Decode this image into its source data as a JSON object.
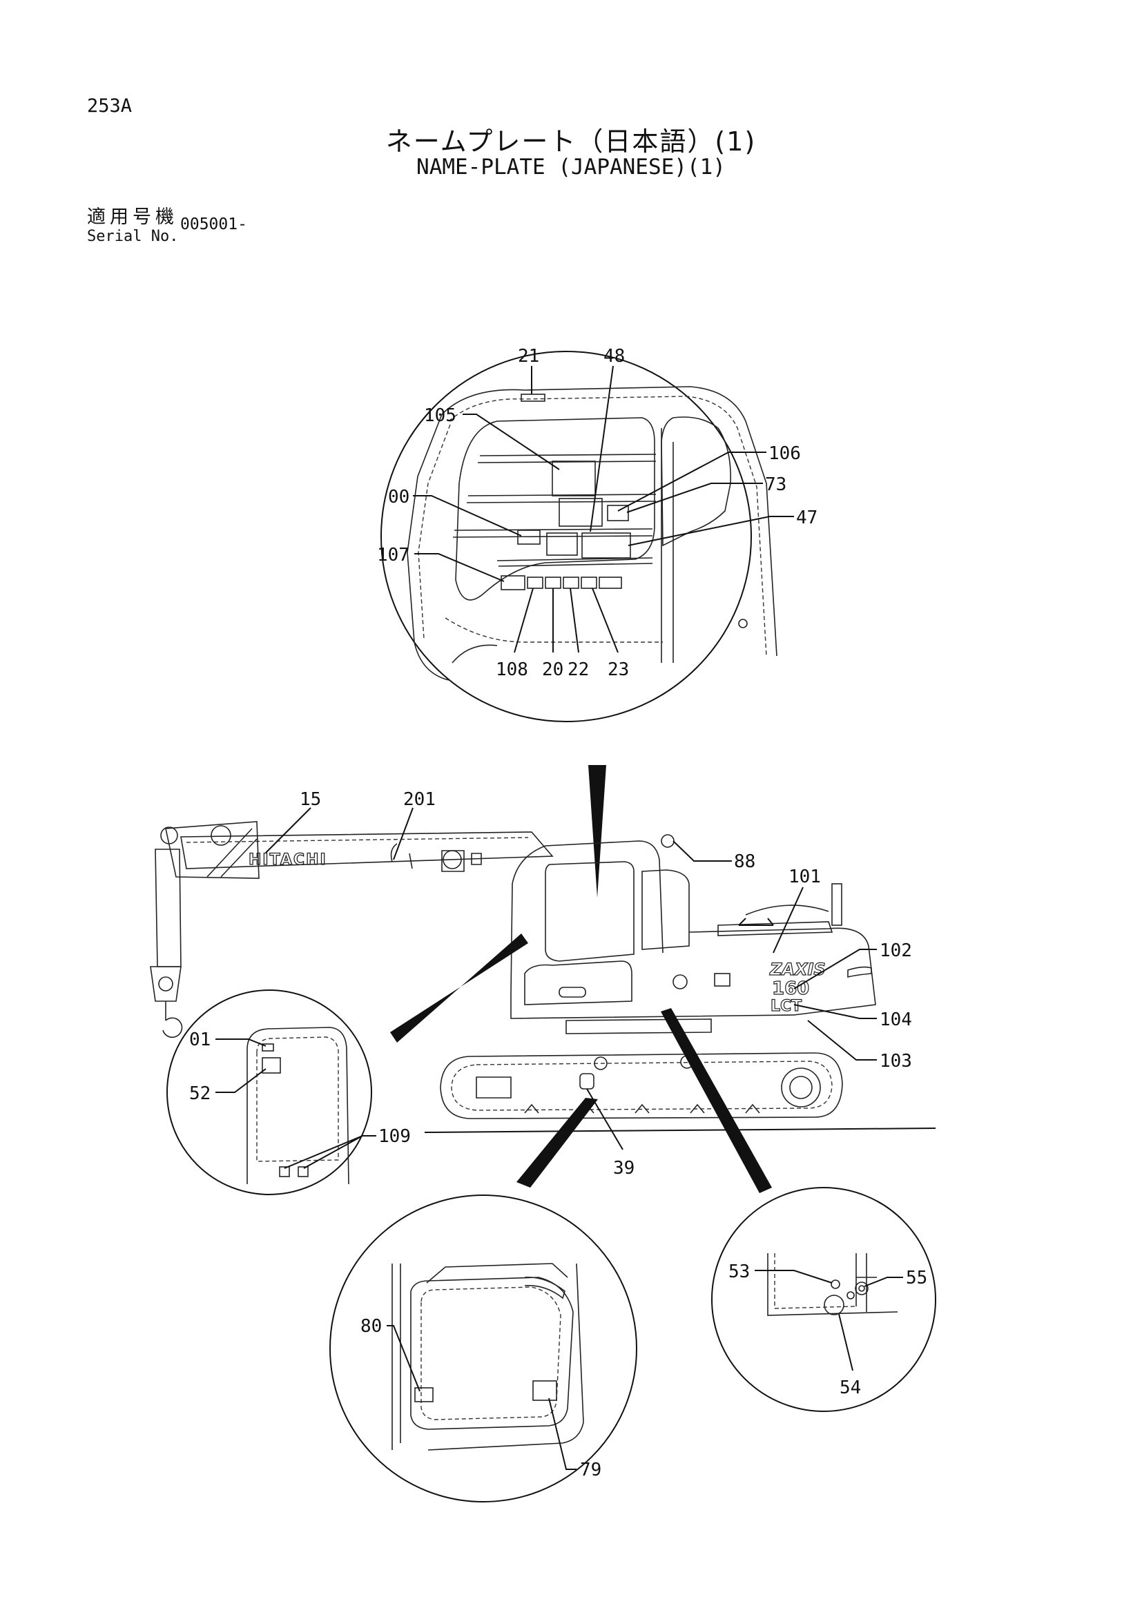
{
  "page": {
    "number": "253A",
    "title_jp": "ネームプレート（日本語）(1)",
    "title_en": "NAME-PLATE (JAPANESE)(1)",
    "serial_label_jp": "適用号機",
    "serial_label_en": "Serial No.",
    "serial_value": "005001-"
  },
  "callouts": {
    "cab_interior": {
      "c21": "21",
      "c48": "48",
      "c105": "105",
      "c106": "106",
      "c73": "73",
      "c00": "00",
      "c47": "47",
      "c107": "107",
      "c108": "108",
      "c20": "20",
      "c22": "22",
      "c23": "23"
    },
    "machine": {
      "c15": "15",
      "c201": "201",
      "c88": "88",
      "c101": "101",
      "c102": "102",
      "c104": "104",
      "c103": "103",
      "c39": "39"
    },
    "door_frame": {
      "c01": "01",
      "c52": "52",
      "c109": "109"
    },
    "door_inner": {
      "c80": "80",
      "c79": "79"
    },
    "side_panel": {
      "c53": "53",
      "c55": "55",
      "c54": "54"
    }
  },
  "machine_markings": {
    "boom_brand": "HITACHI",
    "model_brand": "ZAXIS",
    "model_number": "160",
    "model_suffix": "LCT"
  }
}
